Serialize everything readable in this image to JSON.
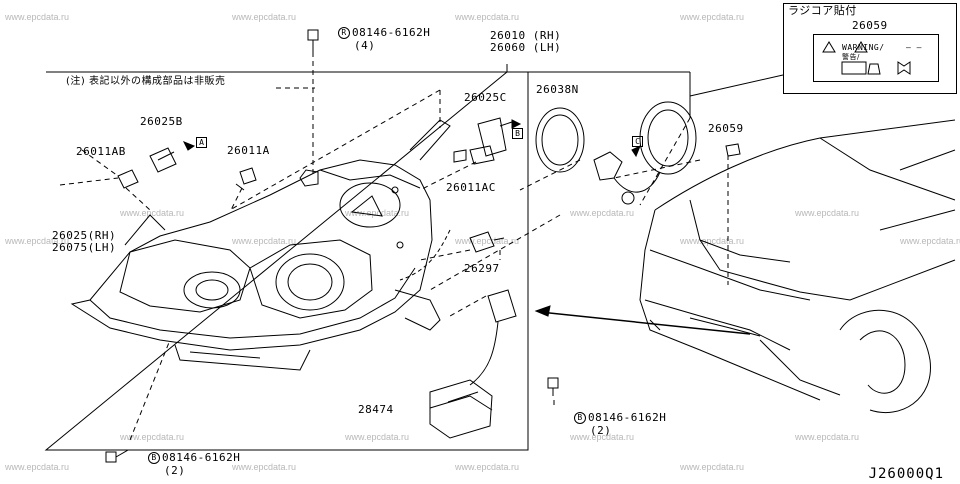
{
  "watermark": "www.epcdata.ru",
  "note": "(注) 表記以外の構成部品は非販売",
  "inset": {
    "title": "ラジコア貼付",
    "part": "26059",
    "card_line1": "WARNING/",
    "card_line2": "警告/"
  },
  "parts": {
    "p26010": "26010 (RH)",
    "p26060": "26060 (LH)",
    "p26025B": "26025B",
    "p26011AB": "26011AB",
    "p26011A": "26011A",
    "p26025C": "26025C",
    "p26011AC": "26011AC",
    "p26038N": "26038N",
    "p26025RH": "26025(RH)",
    "p26075LH": "26075(LH)",
    "p26297": "26297",
    "p28474": "28474",
    "p26059": "26059"
  },
  "bolts": {
    "top_code": "08146-6162H",
    "top_qty": "(4)",
    "mid_code": "08146-6162H",
    "mid_qty": "(2)",
    "bot_code": "08146-6162H",
    "bot_qty": "(2)",
    "symbol": "B",
    "symbol_top": "R"
  },
  "refs": {
    "a": "A",
    "b": "B",
    "c": "C"
  },
  "diagram_code": "J26000Q1"
}
